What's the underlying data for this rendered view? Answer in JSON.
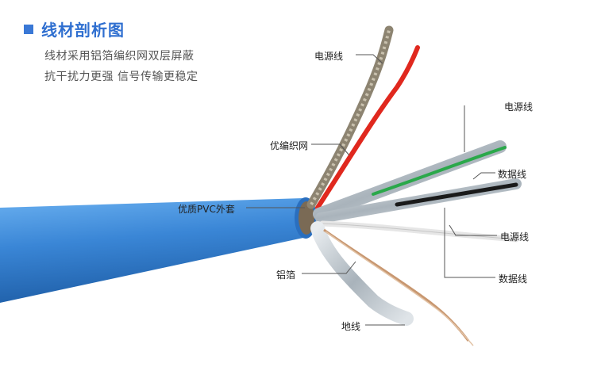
{
  "header": {
    "title": "线材剖析图",
    "line1": "线材采用铝箔编织网双层屏蔽",
    "line2": "抗干扰力更强 信号传输更稳定"
  },
  "labels": {
    "power_top": "电源线",
    "braid": "优编织网",
    "power_right": "电源线",
    "data_right": "数据线",
    "jacket": "优质PVC外套",
    "power_mid": "电源线",
    "foil": "铝箔",
    "data_bottom": "数据线",
    "ground": "地线"
  },
  "colors": {
    "title": "#2f6fd0",
    "cable": "#3a86d6",
    "red_wire": "#e0281e",
    "green_wire": "#2aa84a",
    "black_wire": "#1a1a1a"
  }
}
